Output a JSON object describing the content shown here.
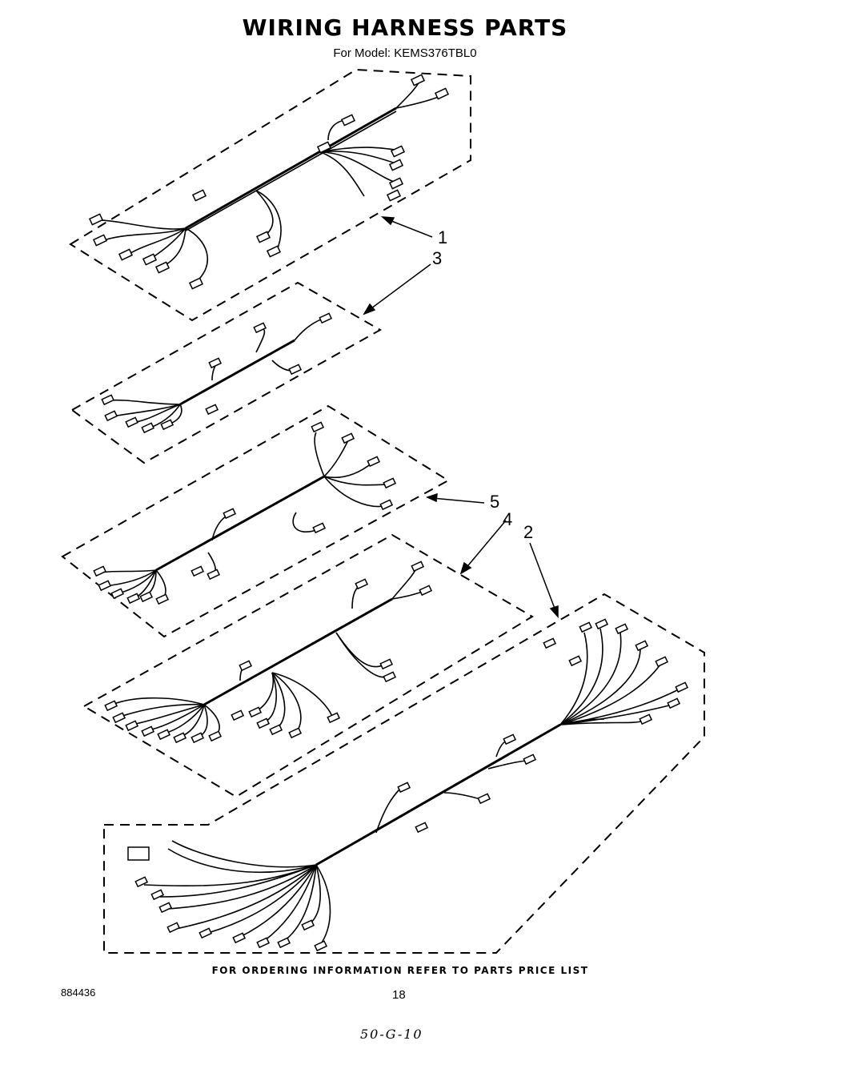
{
  "header": {
    "title": "WIRING HARNESS PARTS",
    "model": "For Model: KEMS376TBL0"
  },
  "callouts": [
    "1",
    "3",
    "5",
    "4",
    "2"
  ],
  "footer": {
    "ordering_note": "FOR ORDERING INFORMATION REFER TO PARTS PRICE LIST",
    "doc_number": "884436",
    "page_number": "18",
    "handwritten": "50-G-10"
  }
}
